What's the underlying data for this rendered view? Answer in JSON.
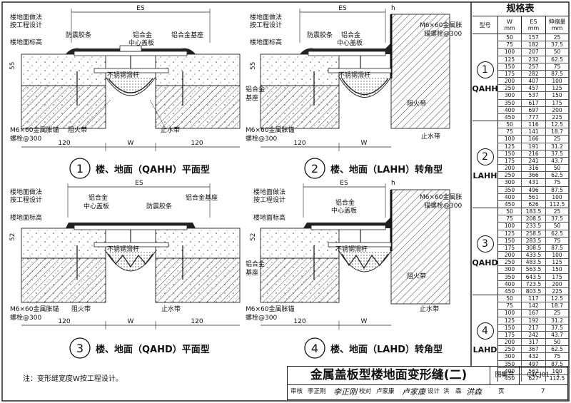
{
  "panels": {
    "p1": {
      "num": "1",
      "title": "楼、地面（QAHH）平面型",
      "labels": {
        "es": "ES",
        "floor_method": "楼地面做法",
        "floor_method2": "按工程设计",
        "floor_level": "楼地面标高",
        "rubber": "防震胶条",
        "al_cover": "铝合金",
        "al_cover2": "中心盖板",
        "al_base": "铝合金基座",
        "steel_rod": "不锈钢滑杆",
        "dim55": "55",
        "anchor": "M6×60金属胀锚",
        "anchor2": "螺栓@300",
        "fire_belt": "阻火带",
        "water_stop": "止水带",
        "d120a": "120",
        "w": "W",
        "d120b": "120"
      }
    },
    "p2": {
      "num": "2",
      "title": "楼、地面（LAHH）转角型",
      "labels": {
        "es": "ES",
        "h": "h",
        "floor_method": "楼地面做法",
        "floor_method2": "按工程设计",
        "floor_level": "楼地面标高",
        "rubber": "防震胶条",
        "al_cover": "铝合金",
        "al_cover2": "中心盖板",
        "anchor_top": "M6×60金属胀",
        "anchor_top2": "锚螺栓@300",
        "steel_rod": "不锈钢滑杆",
        "dim55": "55",
        "al_base": "铝合金",
        "al_base2": "基座",
        "fire_belt": "阻火带",
        "anchor": "M6×60金属胀锚",
        "anchor2": "螺栓@300",
        "water_stop": "止水带",
        "d120": "120",
        "w": "W"
      }
    },
    "p3": {
      "num": "3",
      "title": "楼、地面（QAHD）平面型",
      "labels": {
        "es": "ES",
        "floor_method": "楼地面做法",
        "floor_method2": "按工程设计",
        "floor_level": "楼地面标高",
        "al_cover": "铝合金",
        "al_cover2": "中心盖板",
        "rubber": "防震胶条",
        "al_base": "铝合金基座",
        "steel_rod": "不锈钢滑杆",
        "dim52": "52",
        "anchor": "M6×60金属胀锚",
        "anchor2": "螺栓@300",
        "fire_belt": "阻火带",
        "water_stop": "止水带",
        "d120a": "120",
        "w": "W",
        "d120b": "120"
      }
    },
    "p4": {
      "num": "4",
      "title": "楼、地面（LAHD）转角型",
      "labels": {
        "es": "ES",
        "h": "h",
        "floor_method": "楼地面做法",
        "floor_method2": "按工程设计",
        "floor_level": "楼地面标高",
        "al_cover": "铝合金",
        "al_cover2": "中心盖板",
        "anchor_top": "M6×60金属胀",
        "anchor_top2": "锚螺栓@300",
        "steel_rod": "不锈钢滑杆",
        "dim52": "52",
        "al_base": "铝合金",
        "al_base2": "基座",
        "fire_belt": "阻火带",
        "anchor": "M6×60金属胀锚",
        "anchor2": "螺栓@300",
        "water_stop": "止水带",
        "d120": "120",
        "w": "W"
      }
    }
  },
  "spec": {
    "title": "规格表",
    "headers": {
      "type": "型号",
      "w": "W",
      "w_unit": "mm",
      "es": "ES",
      "es_unit": "mm",
      "stretch": "伸缩量",
      "stretch_unit": "mm"
    },
    "groups": [
      {
        "num": "1",
        "code": "QAHH",
        "rows": [
          [
            "50",
            "157",
            "25"
          ],
          [
            "75",
            "182",
            "37.5"
          ],
          [
            "100",
            "207",
            "50"
          ],
          [
            "125",
            "232",
            "62.5"
          ],
          [
            "150",
            "257",
            "75"
          ],
          [
            "175",
            "282",
            "87.5"
          ],
          [
            "200",
            "407",
            "100"
          ],
          [
            "250",
            "457",
            "125"
          ],
          [
            "300",
            "537",
            "150"
          ],
          [
            "350",
            "617",
            "175"
          ],
          [
            "400",
            "697",
            "200"
          ],
          [
            "450",
            "777",
            "225"
          ]
        ]
      },
      {
        "num": "2",
        "code": "LAHH",
        "rows": [
          [
            "50",
            "116",
            "12.5"
          ],
          [
            "75",
            "141",
            "18.7"
          ],
          [
            "100",
            "166",
            "25"
          ],
          [
            "125",
            "191",
            "31.2"
          ],
          [
            "150",
            "216",
            "37.5"
          ],
          [
            "175",
            "241",
            "43.7"
          ],
          [
            "200",
            "316",
            "50"
          ],
          [
            "250",
            "366",
            "62.5"
          ],
          [
            "300",
            "431",
            "75"
          ],
          [
            "350",
            "496",
            "87.5"
          ],
          [
            "400",
            "561",
            "100"
          ],
          [
            "450",
            "626",
            "112.5"
          ]
        ]
      },
      {
        "num": "3",
        "code": "QAHD",
        "rows": [
          [
            "50",
            "183.5",
            "25"
          ],
          [
            "75",
            "208.5",
            "37.5"
          ],
          [
            "100",
            "233.5",
            "50"
          ],
          [
            "125",
            "258.5",
            "62.5"
          ],
          [
            "150",
            "283.5",
            "75"
          ],
          [
            "175",
            "308.5",
            "87.5"
          ],
          [
            "200",
            "433.5",
            "100"
          ],
          [
            "250",
            "483.5",
            "125"
          ],
          [
            "300",
            "563.5",
            "150"
          ],
          [
            "350",
            "643.5",
            "175"
          ],
          [
            "400",
            "723.5",
            "200"
          ],
          [
            "450",
            "803.5",
            "225"
          ]
        ]
      },
      {
        "num": "4",
        "code": "LAHD",
        "rows": [
          [
            "50",
            "117",
            "12.5"
          ],
          [
            "75",
            "142",
            "18.7"
          ],
          [
            "100",
            "167",
            "25"
          ],
          [
            "125",
            "192",
            "31.2"
          ],
          [
            "150",
            "217",
            "37.5"
          ],
          [
            "175",
            "242",
            "43.7"
          ],
          [
            "200",
            "317",
            "50"
          ],
          [
            "250",
            "367",
            "62.5"
          ],
          [
            "300",
            "432",
            "75"
          ],
          [
            "350",
            "497",
            "87.5"
          ],
          [
            "400",
            "562",
            "100"
          ],
          [
            "450",
            "627",
            "112.5"
          ]
        ]
      }
    ]
  },
  "note": "注：变形缝宽度W按工程设计。",
  "title_block": {
    "title": "金属盖板型楼地面变形缝(二)",
    "atlas_label": "图集号",
    "atlas_no": "04CJ01－1",
    "page_label": "页",
    "page_no": "7",
    "review_label": "审核",
    "review_name": "李正刚",
    "review_sig": "李正刚",
    "check_label": "校对",
    "check_name": "卢家康",
    "check_sig": "卢家康",
    "design_label": "设计",
    "design_name": "洪　森",
    "design_sig": "洪森"
  }
}
